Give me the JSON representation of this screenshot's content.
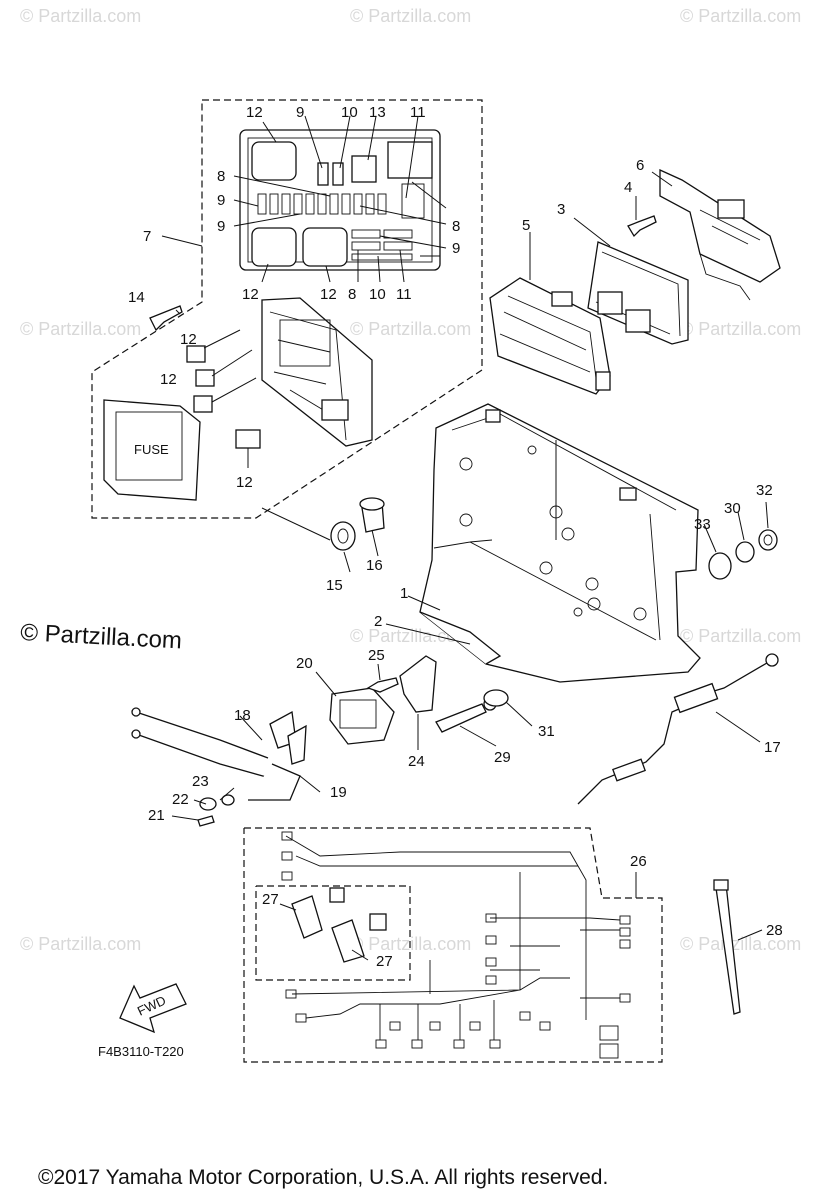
{
  "watermark": "© Partzilla.com",
  "diagram_code": "F4B3110-T220",
  "fwd_label": "FWD",
  "fuse_label": "FUSE",
  "copyright": "©2017  Yamaha Motor Corporation, U.S.A. All rights reserved.",
  "callouts": [
    {
      "id": "12a",
      "text": "12"
    },
    {
      "id": "9a",
      "text": "9"
    },
    {
      "id": "10a",
      "text": "10"
    },
    {
      "id": "13",
      "text": "13"
    },
    {
      "id": "11a",
      "text": "11"
    },
    {
      "id": "8a",
      "text": "8"
    },
    {
      "id": "9b",
      "text": "9"
    },
    {
      "id": "9c",
      "text": "9"
    },
    {
      "id": "8b",
      "text": "8"
    },
    {
      "id": "9d",
      "text": "9"
    },
    {
      "id": "7",
      "text": "7"
    },
    {
      "id": "12b",
      "text": "12"
    },
    {
      "id": "12c",
      "text": "12"
    },
    {
      "id": "8c",
      "text": "8"
    },
    {
      "id": "10b",
      "text": "10"
    },
    {
      "id": "11b",
      "text": "11"
    },
    {
      "id": "14",
      "text": "14"
    },
    {
      "id": "12d",
      "text": "12"
    },
    {
      "id": "12e",
      "text": "12"
    },
    {
      "id": "12f",
      "text": "12"
    },
    {
      "id": "6",
      "text": "6"
    },
    {
      "id": "4",
      "text": "4"
    },
    {
      "id": "3",
      "text": "3"
    },
    {
      "id": "5",
      "text": "5"
    },
    {
      "id": "1",
      "text": "1"
    },
    {
      "id": "2",
      "text": "2"
    },
    {
      "id": "15",
      "text": "15"
    },
    {
      "id": "16",
      "text": "16"
    },
    {
      "id": "33",
      "text": "33"
    },
    {
      "id": "30",
      "text": "30"
    },
    {
      "id": "32",
      "text": "32"
    },
    {
      "id": "20",
      "text": "20"
    },
    {
      "id": "25",
      "text": "25"
    },
    {
      "id": "18",
      "text": "18"
    },
    {
      "id": "24",
      "text": "24"
    },
    {
      "id": "29",
      "text": "29"
    },
    {
      "id": "31",
      "text": "31"
    },
    {
      "id": "17",
      "text": "17"
    },
    {
      "id": "19",
      "text": "19"
    },
    {
      "id": "23",
      "text": "23"
    },
    {
      "id": "22",
      "text": "22"
    },
    {
      "id": "21",
      "text": "21"
    },
    {
      "id": "26",
      "text": "26"
    },
    {
      "id": "27a",
      "text": "27"
    },
    {
      "id": "27b",
      "text": "27"
    },
    {
      "id": "28",
      "text": "28"
    }
  ]
}
